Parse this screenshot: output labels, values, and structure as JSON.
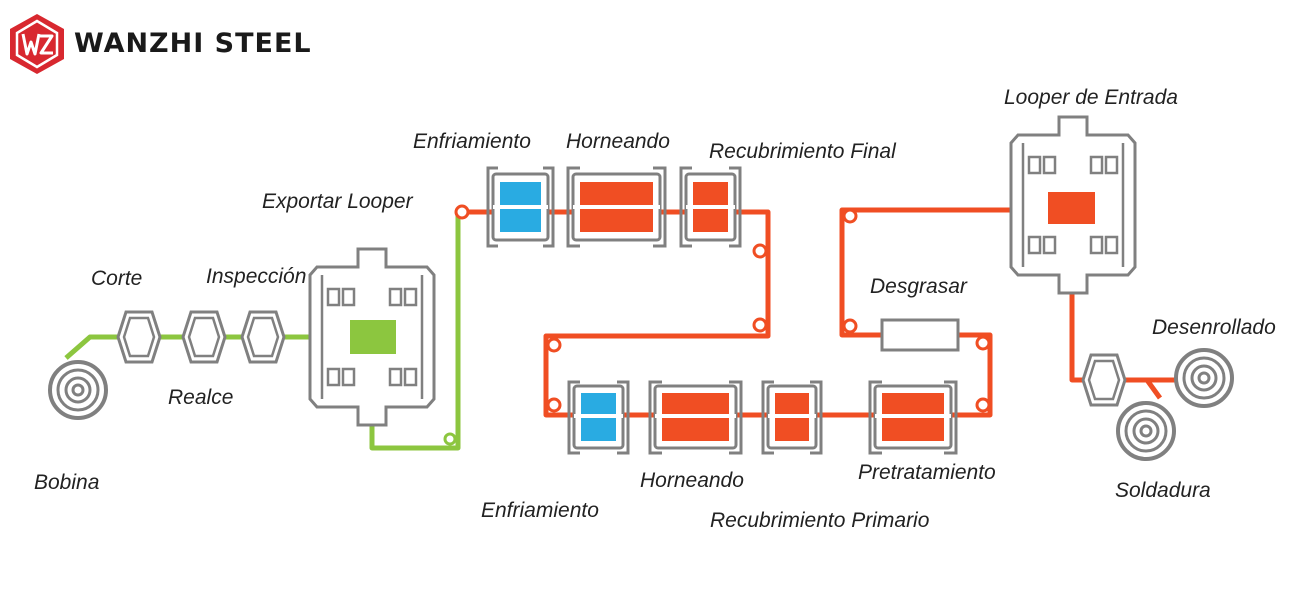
{
  "brand": {
    "name": "WANZHI STEEL",
    "logo_text": "WZ",
    "logo_color": "#d8282f"
  },
  "colors": {
    "green_line": "#8cc63f",
    "orange_line": "#f04e23",
    "cooling_fill": "#29abe2",
    "equipment_outline": "#808080"
  },
  "labels": {
    "bobina": "Bobina",
    "corte": "Corte",
    "inspeccion": "Inspección",
    "realce": "Realce",
    "exportar_looper": "Exportar Looper",
    "enfriamiento_top": "Enfriamiento",
    "horneando_top": "Horneando",
    "recubrimiento_final": "Recubrimiento Final",
    "looper_entrada": "Looper de Entrada",
    "desgrasar": "Desgrasar",
    "desenrollado": "Desenrollado",
    "soldadura": "Soldadura",
    "pretratamiento": "Pretratamiento",
    "horneando_bottom": "Horneando",
    "enfriamiento_bottom": "Enfriamiento",
    "recubrimiento_primario": "Recubrimiento Primario"
  }
}
